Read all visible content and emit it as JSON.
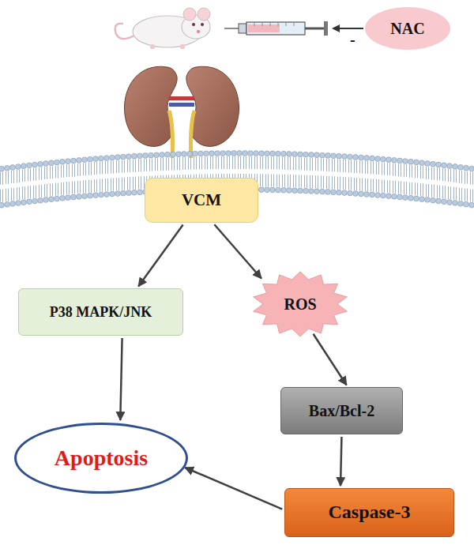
{
  "diagram": {
    "nodes": [
      {
        "text": [
          "NAC"
        ]
      },
      {
        "text": [
          "VCM"
        ]
      },
      {
        "text": [
          "P38 MAPK/JNK"
        ]
      },
      {
        "text": [
          "ROS"
        ]
      },
      {
        "text": [
          "Bax/Bcl-2"
        ]
      },
      {
        "text": [
          "Apoptosis"
        ]
      },
      {
        "text": [
          "Caspase-3"
        ]
      }
    ],
    "edges": [
      {
        "from": 1,
        "to": 2,
        "arrow": "to"
      },
      {
        "from": 1,
        "to": 3,
        "arrow": "to"
      },
      {
        "from": 2,
        "to": 5,
        "arrow": "to"
      },
      {
        "from": 3,
        "to": 4,
        "arrow": "to"
      },
      {
        "from": 4,
        "to": 6,
        "arrow": "to"
      },
      {
        "from": 6,
        "to": 5,
        "arrow": "to"
      }
    ],
    "labels": [
      "-"
    ]
  }
}
